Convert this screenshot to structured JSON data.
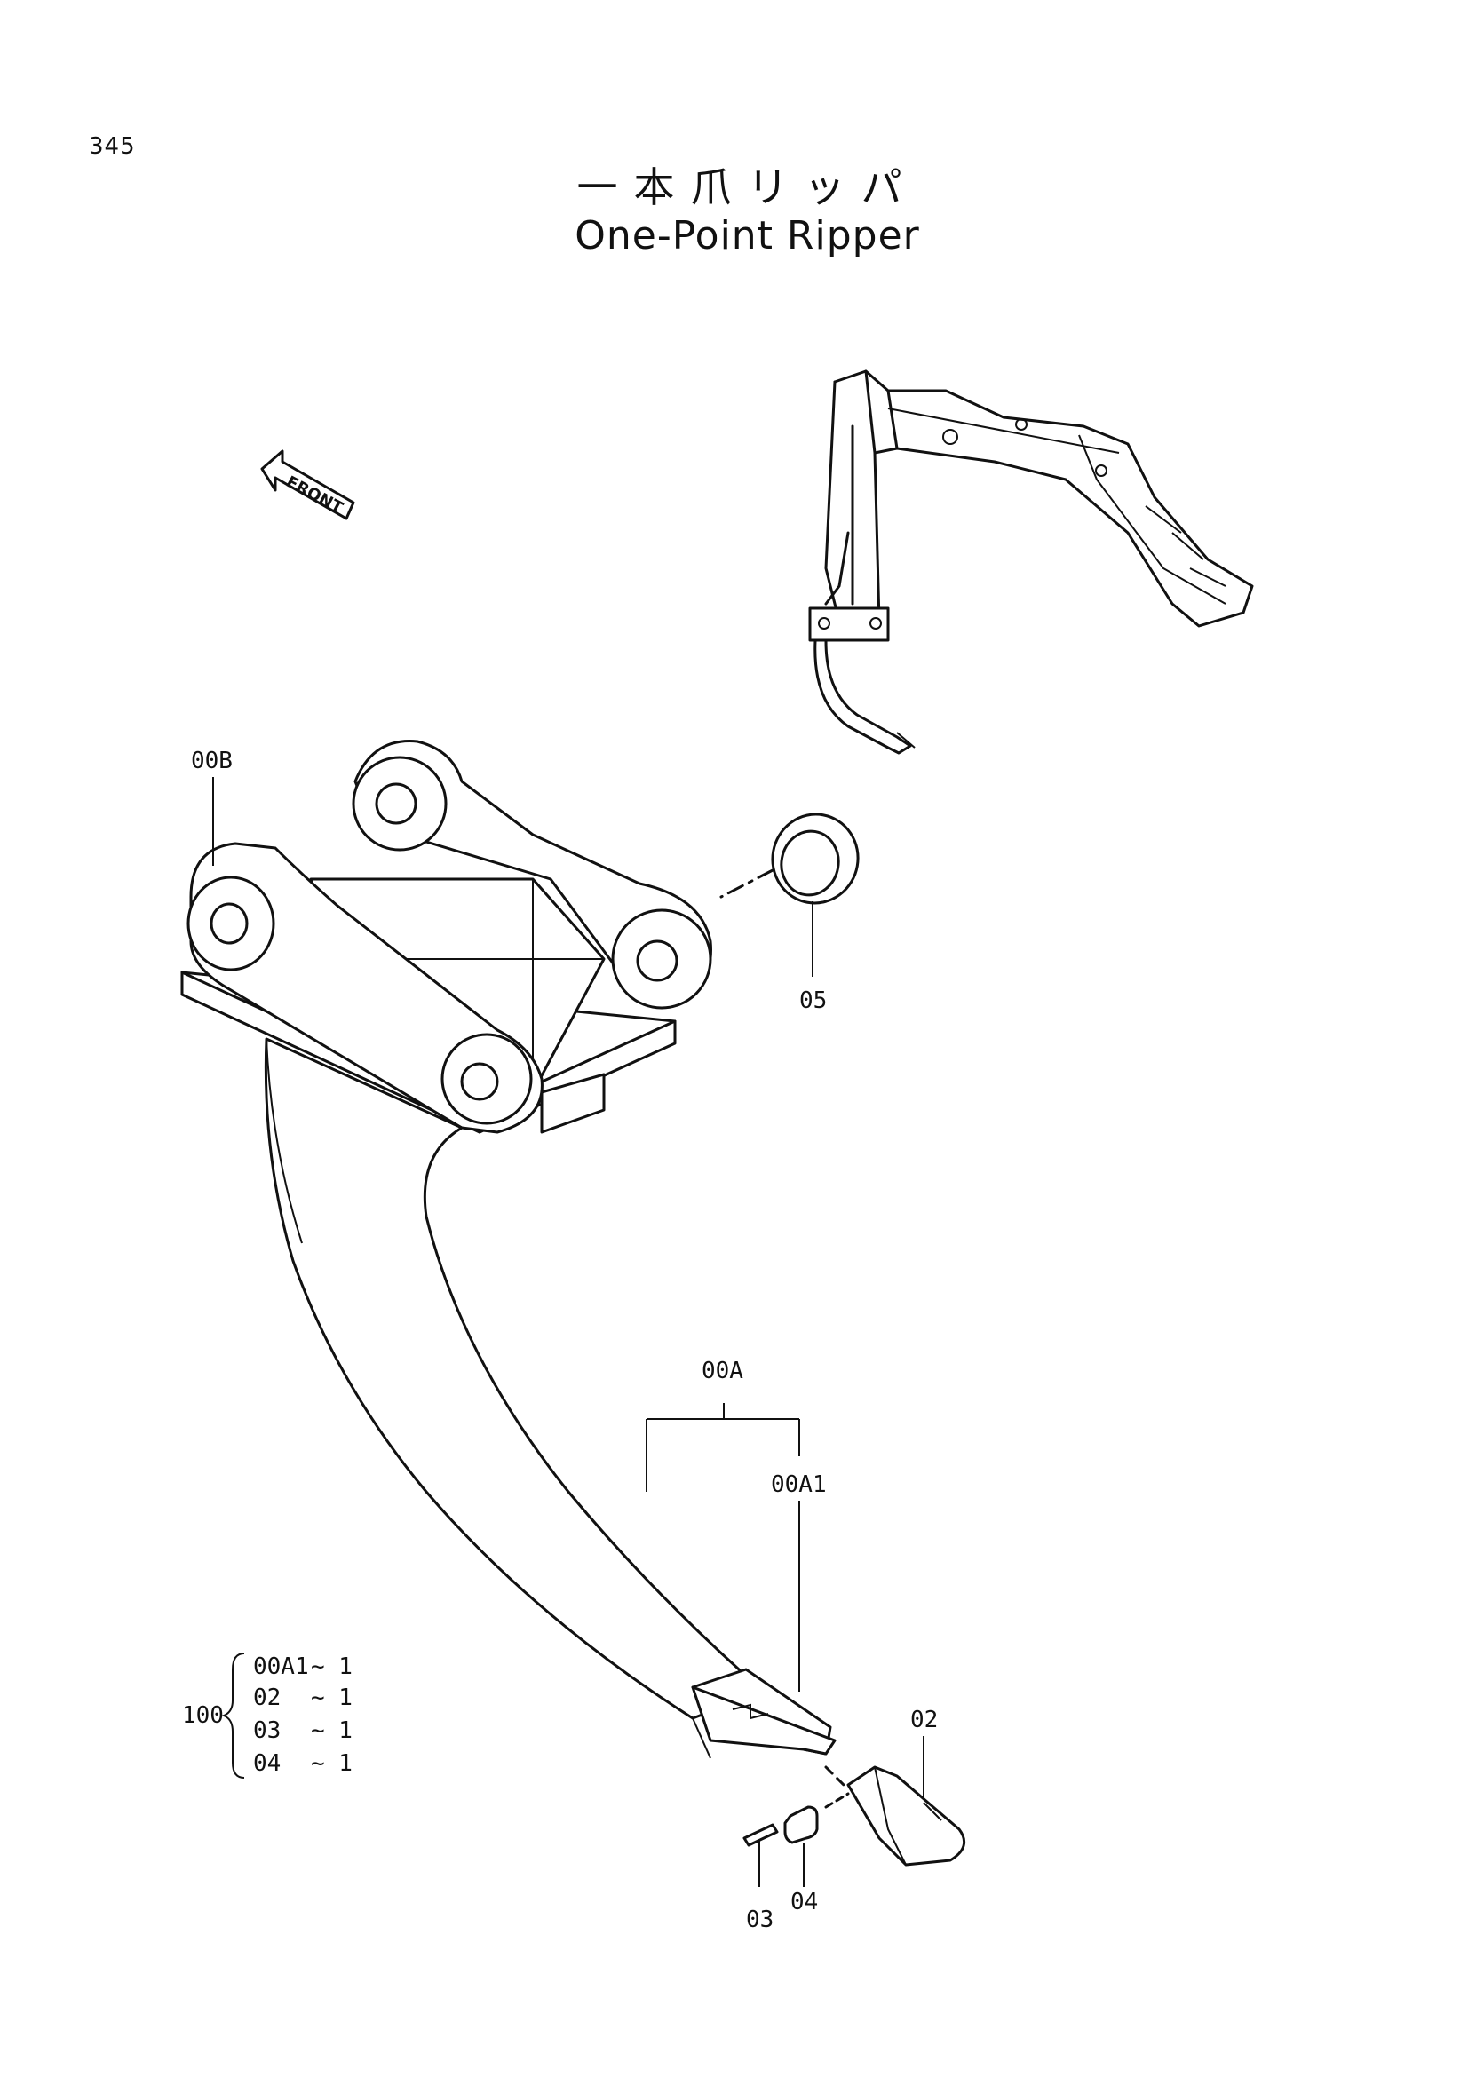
{
  "page_number": "345",
  "title_jp": "一本爪リッパ",
  "title_en": "One-Point Ripper",
  "front_arrow_label": "FRONT",
  "callouts": {
    "c_00B": "00B",
    "c_05": "05",
    "c_00A": "00A",
    "c_00A1": "00A1",
    "c_02": "02",
    "c_03": "03",
    "c_04": "04"
  },
  "kit": {
    "label": "100",
    "items": [
      {
        "part": "00A1",
        "qty": "~ 1"
      },
      {
        "part": "02",
        "qty": "~ 1"
      },
      {
        "part": "03",
        "qty": "~ 1"
      },
      {
        "part": "04",
        "qty": "~ 1"
      }
    ]
  }
}
